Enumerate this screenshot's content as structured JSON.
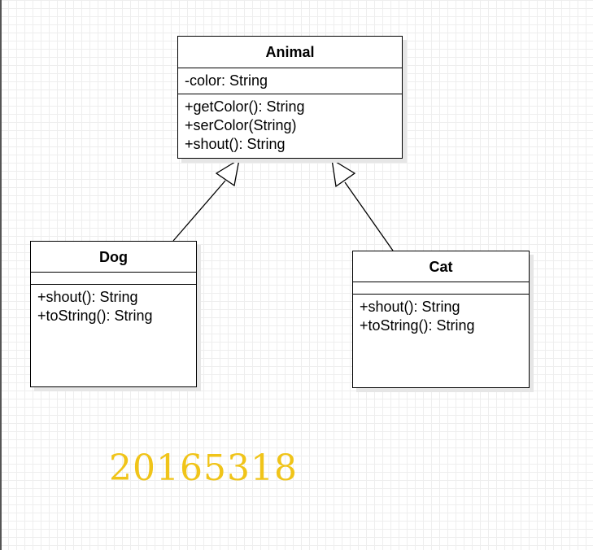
{
  "diagram": {
    "classes": {
      "animal": {
        "name": "Animal",
        "attributes": [
          "-color: String"
        ],
        "methods": [
          "+getColor(): String",
          "+serColor(String)",
          "+shout(): String"
        ]
      },
      "dog": {
        "name": "Dog",
        "attributes": [],
        "methods": [
          "+shout(): String",
          "+toString(): String"
        ]
      },
      "cat": {
        "name": "Cat",
        "attributes": [],
        "methods": [
          "+shout(): String",
          "+toString(): String"
        ]
      }
    },
    "relations": [
      {
        "type": "generalization",
        "from": "Dog",
        "to": "Animal"
      },
      {
        "type": "generalization",
        "from": "Cat",
        "to": "Animal"
      }
    ]
  },
  "annotation": {
    "text": "20165318",
    "color": "#f0c419"
  }
}
